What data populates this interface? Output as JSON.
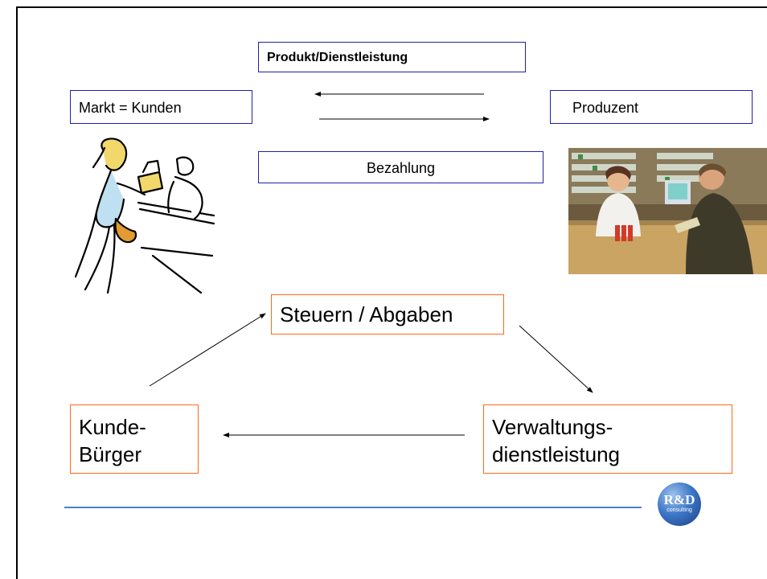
{
  "diagram": {
    "produkt": "Produkt/Dienstleistung",
    "markt": "Markt = Kunden",
    "produzent": "Produzent",
    "bezahlung": "Bezahlung",
    "steuern": "Steuern / Abgaben",
    "kunde_line1": "Kunde-",
    "kunde_line2": "Bürger",
    "verwaltung_line1": "Verwaltungs-",
    "verwaltung_line2": "dienstleistung"
  },
  "logo": {
    "main": "R&D",
    "sub": "consulting"
  },
  "colors": {
    "market_box_border": "#1f1fb0",
    "admin_box_border": "#ff6a1a",
    "divider": "#4a7fd4"
  },
  "images": {
    "left": "shopping-clipart",
    "right": "pharmacy-counter-photo"
  }
}
